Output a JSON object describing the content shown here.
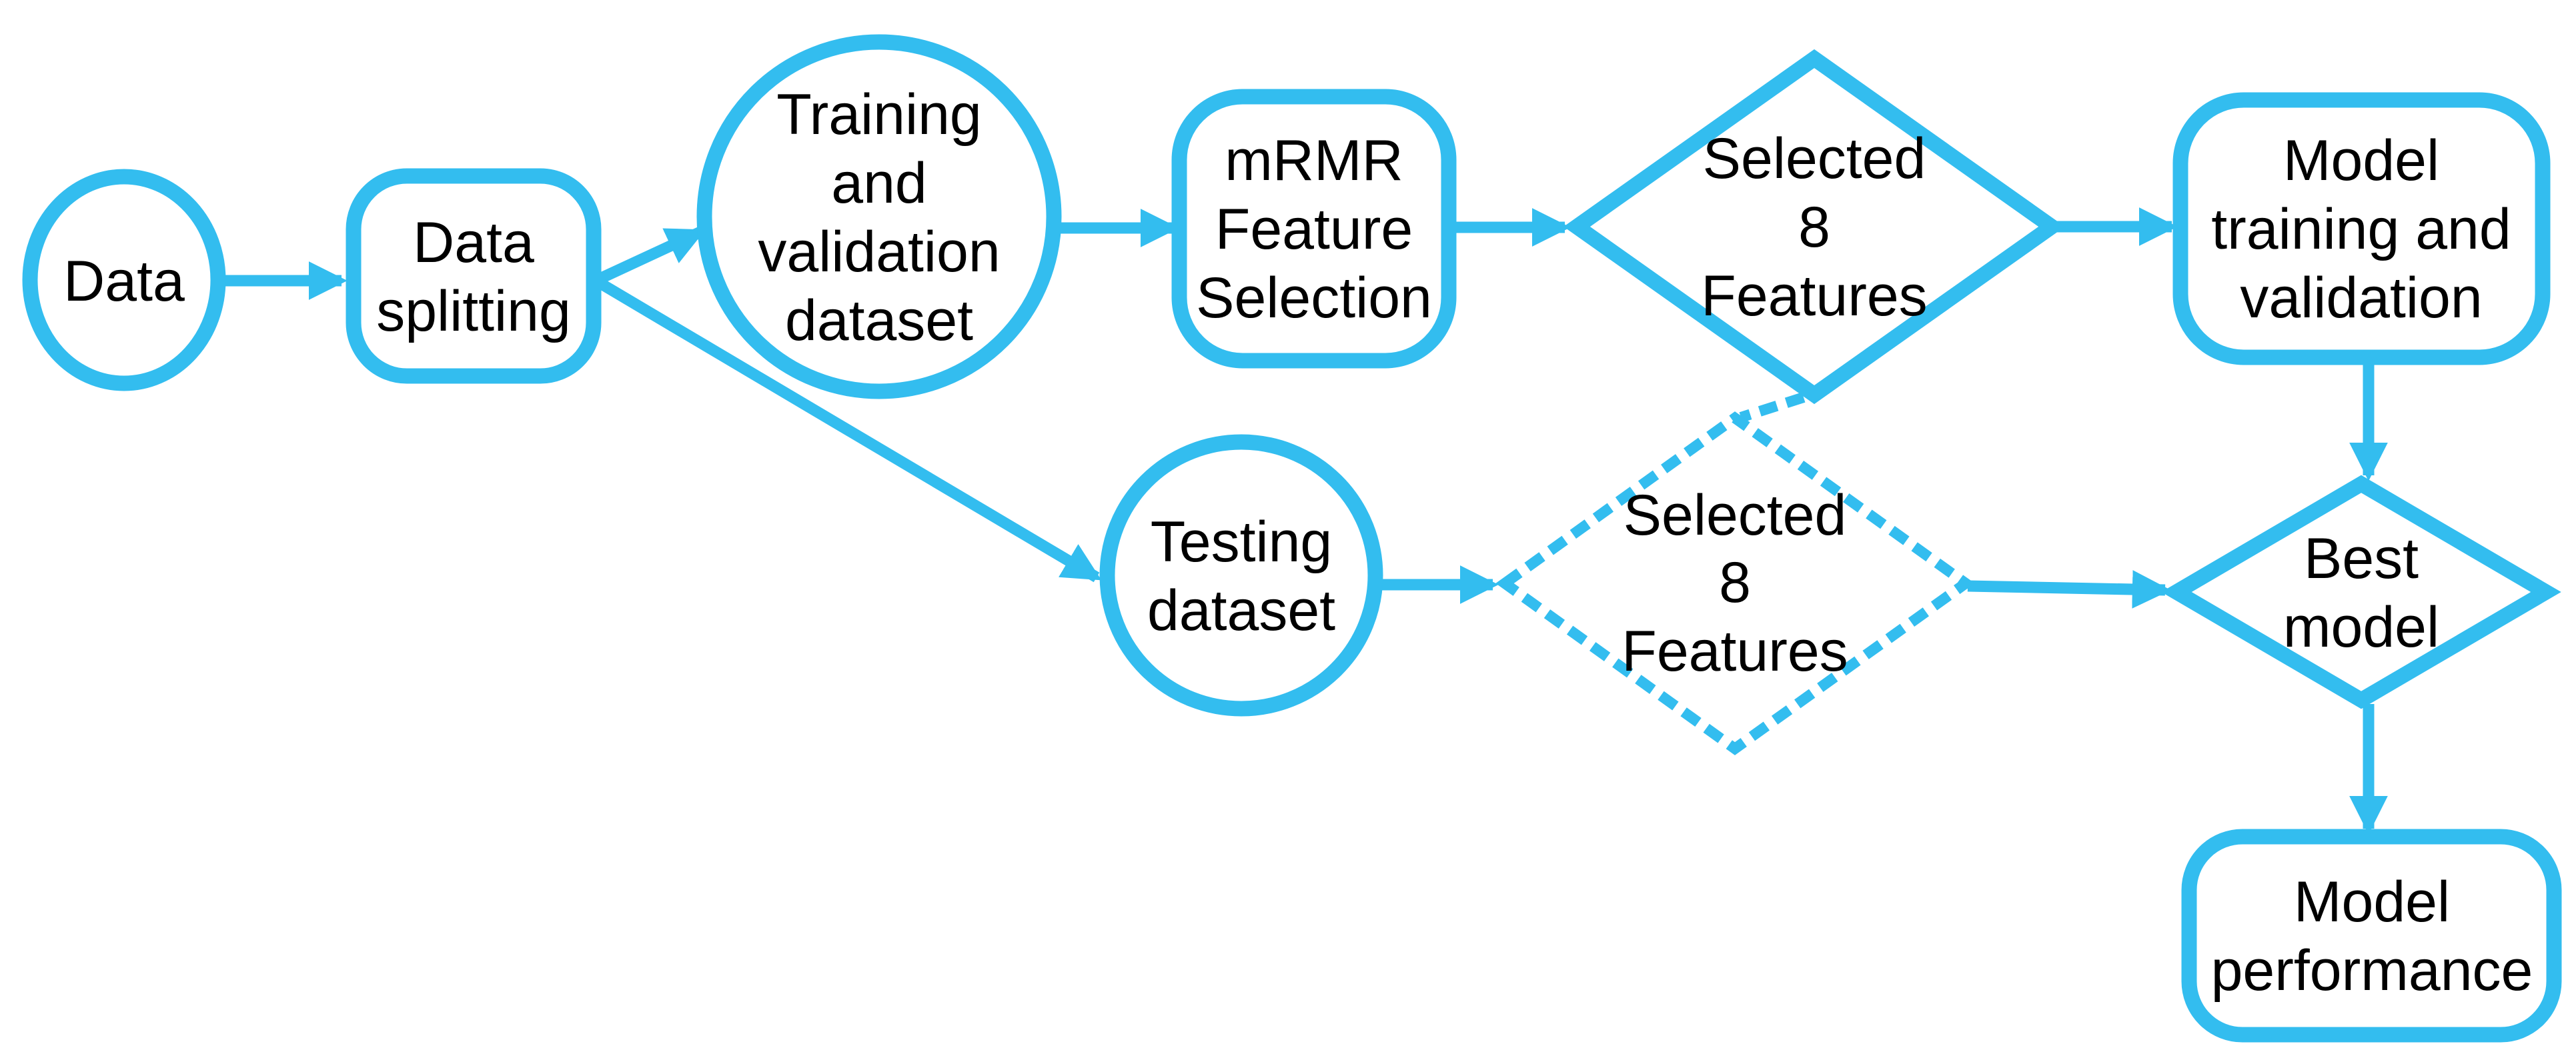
{
  "diagram": {
    "type": "flowchart",
    "colors": {
      "accent": "#33BDEF",
      "text": "#000000",
      "background": "#FFFFFF"
    },
    "nodes": [
      {
        "id": "data",
        "shape": "circle",
        "border": "solid",
        "lines": [
          "Data"
        ]
      },
      {
        "id": "data-splitting",
        "shape": "rounded-rect",
        "border": "solid",
        "lines": [
          "Data",
          "splitting"
        ]
      },
      {
        "id": "training-validation-dataset",
        "shape": "circle",
        "border": "solid",
        "lines": [
          "Training",
          "and",
          "validation",
          "dataset"
        ]
      },
      {
        "id": "mrmr-feature-selection",
        "shape": "rounded-rect",
        "border": "solid",
        "lines": [
          "mRMR",
          "Feature",
          "Selection"
        ]
      },
      {
        "id": "selected-8-features-training",
        "shape": "diamond",
        "border": "solid",
        "lines": [
          "Selected",
          "8",
          "Features"
        ]
      },
      {
        "id": "model-training-validation",
        "shape": "rounded-rect",
        "border": "solid",
        "lines": [
          "Model",
          "training and",
          "validation"
        ]
      },
      {
        "id": "testing-dataset",
        "shape": "circle",
        "border": "solid",
        "lines": [
          "Testing",
          "dataset"
        ]
      },
      {
        "id": "selected-8-features-testing",
        "shape": "diamond",
        "border": "dashed",
        "lines": [
          "Selected",
          "8",
          "Features"
        ]
      },
      {
        "id": "best-model",
        "shape": "diamond",
        "border": "solid",
        "lines": [
          "Best",
          "model"
        ]
      },
      {
        "id": "model-performance",
        "shape": "rounded-rect",
        "border": "solid",
        "lines": [
          "Model",
          "performance"
        ]
      }
    ],
    "edges": [
      {
        "from": "data",
        "to": "data-splitting",
        "style": "solid-arrow"
      },
      {
        "from": "data-splitting",
        "to": "training-validation-dataset",
        "style": "solid-arrow"
      },
      {
        "from": "data-splitting",
        "to": "testing-dataset",
        "style": "solid-arrow"
      },
      {
        "from": "training-validation-dataset",
        "to": "mrmr-feature-selection",
        "style": "solid-arrow"
      },
      {
        "from": "mrmr-feature-selection",
        "to": "selected-8-features-training",
        "style": "solid-arrow"
      },
      {
        "from": "selected-8-features-training",
        "to": "model-training-validation",
        "style": "solid-arrow"
      },
      {
        "from": "model-training-validation",
        "to": "best-model",
        "style": "solid-arrow"
      },
      {
        "from": "testing-dataset",
        "to": "selected-8-features-testing",
        "style": "solid-arrow"
      },
      {
        "from": "selected-8-features-testing",
        "to": "best-model",
        "style": "solid-arrow"
      },
      {
        "from": "selected-8-features-training",
        "to": "selected-8-features-testing",
        "style": "dashed-link"
      }
    ]
  }
}
